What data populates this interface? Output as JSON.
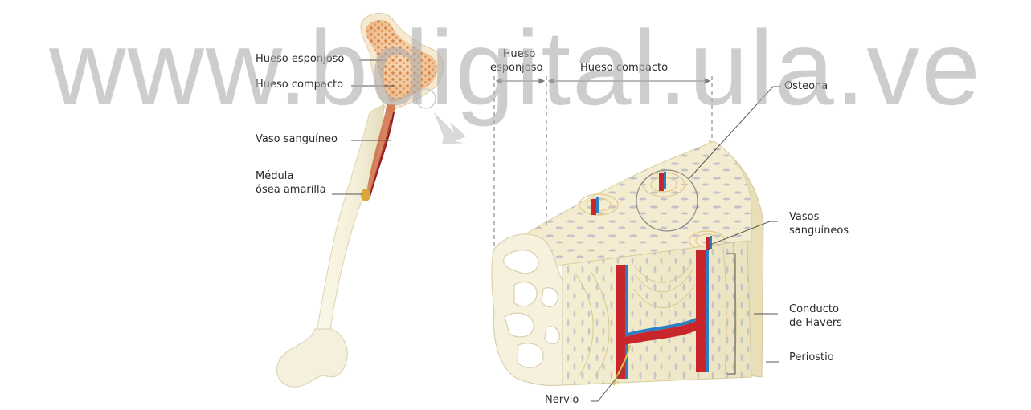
{
  "watermark": "www.bdigital.ula.ve",
  "labels": {
    "hueso_esponjoso_left": "Hueso esponjoso",
    "hueso_compacto_left": "Hueso compacto",
    "vaso_sanguineo": "Vaso sanguíneo",
    "medula_line1": "Médula",
    "medula_line2": "ósea amarilla",
    "hueso_esponjoso_top_line1": "Hueso",
    "hueso_esponjoso_top_line2": "esponjoso",
    "hueso_compacto_top": "Hueso compacto",
    "osteona": "Osteona",
    "vasos_line1": "Vasos",
    "vasos_line2": "sanguíneos",
    "conducto_line1": "Conducto",
    "conducto_line2": "de Havers",
    "periostio": "Periostio",
    "nervio": "Nervio"
  },
  "colors": {
    "bone": "#f3efd6",
    "bone_shadow": "#e3dcb8",
    "spongy": "#f2c8a2",
    "artery": "#c8262a",
    "vein": "#2d7fc4",
    "marrow": "#d9a63a",
    "lamella": "#9a98b8",
    "leader": "#555555"
  }
}
